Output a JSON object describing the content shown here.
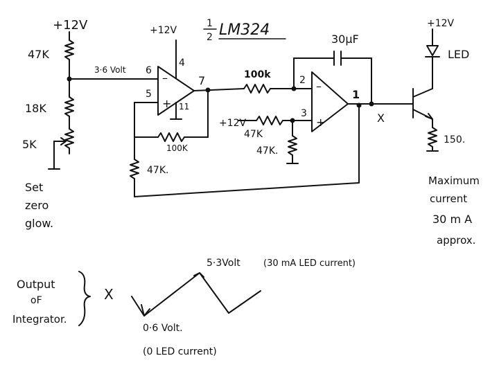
{
  "title": {
    "fraction_num": "1",
    "fraction_den": "2",
    "chip": "LM324"
  },
  "supplies": {
    "top_left": "+12V",
    "opamp1": "+12V",
    "integrator_in": "+12V",
    "led": "+12V"
  },
  "resistors": {
    "r47k_top": "47K",
    "r18k": "18K",
    "r5k": "5K",
    "r100k_fb": "100K",
    "r47k_bottom": "47K.",
    "r100k_int": "100k",
    "r47k_a": "47K",
    "r47k_b": "47K.",
    "r150": "150."
  },
  "capacitor": "30µF",
  "voltage_label": "3·6 Volt",
  "pins": {
    "p6": "6",
    "p5": "5",
    "p4": "4",
    "p11": "11",
    "p7": "7",
    "p2": "2",
    "p3": "3",
    "p1": "1"
  },
  "node_x": "X",
  "led_label": "LED",
  "notes": {
    "set_zero": [
      "Set",
      "zero",
      "glow."
    ],
    "max_current": [
      "Maximum",
      "current",
      "30 m A",
      "approx."
    ],
    "output_of": [
      "Output",
      "oF",
      "Integrator."
    ]
  },
  "waveform": {
    "x_label": "X",
    "peak": "5·3Volt",
    "peak_note": "(30 mA LED current)",
    "trough": "0·6 Volt.",
    "trough_note": "(0 LED current)"
  },
  "colors": {
    "ink": "#111111",
    "paper": "#ffffff"
  }
}
